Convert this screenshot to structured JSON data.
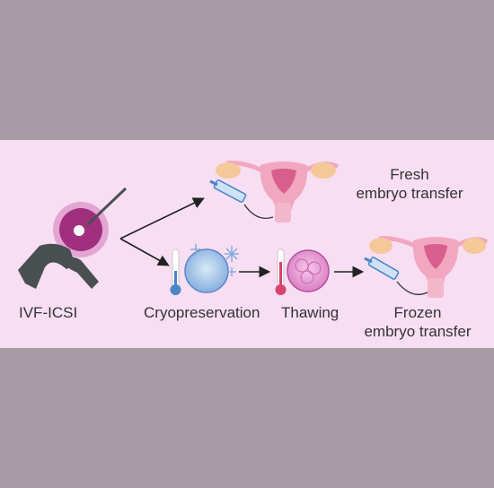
{
  "steps": {
    "ivf": "IVF-ICSI",
    "cryo": "Cryopreservation",
    "thaw": "Thawing",
    "fresh_line1": "Fresh",
    "fresh_line2": "embryo transfer",
    "frozen_line1": "Frozen",
    "frozen_line2": "embryo transfer"
  },
  "colors": {
    "background_band": "#a69aa4",
    "panel": "#f7def2",
    "egg": "#a0307e",
    "uterus": "#f1a7bf",
    "ovary": "#f5c89a",
    "syringe": "#4a84c9",
    "pipette": "#4a4f52"
  }
}
